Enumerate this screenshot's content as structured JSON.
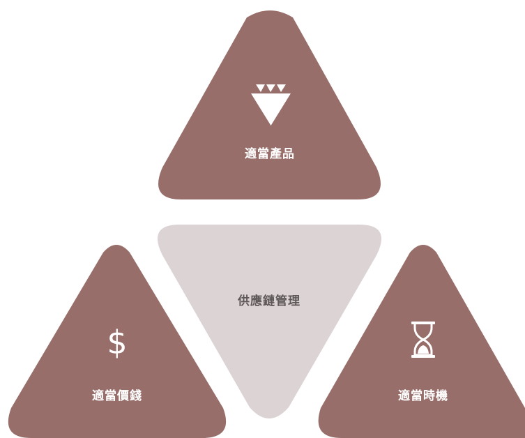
{
  "colors": {
    "outer_triangle": "#986e6a",
    "center_triangle": "#dcd3d4",
    "outer_text": "#ffffff",
    "center_text": "#5f5858"
  },
  "center": {
    "label": "供應鏈管理"
  },
  "items": [
    {
      "label": "適當產品",
      "icon": "diamond-icon"
    },
    {
      "label": "適當價錢",
      "icon": "dollar-icon",
      "glyph": "$"
    },
    {
      "label": "適當時機",
      "icon": "hourglass-icon"
    }
  ]
}
